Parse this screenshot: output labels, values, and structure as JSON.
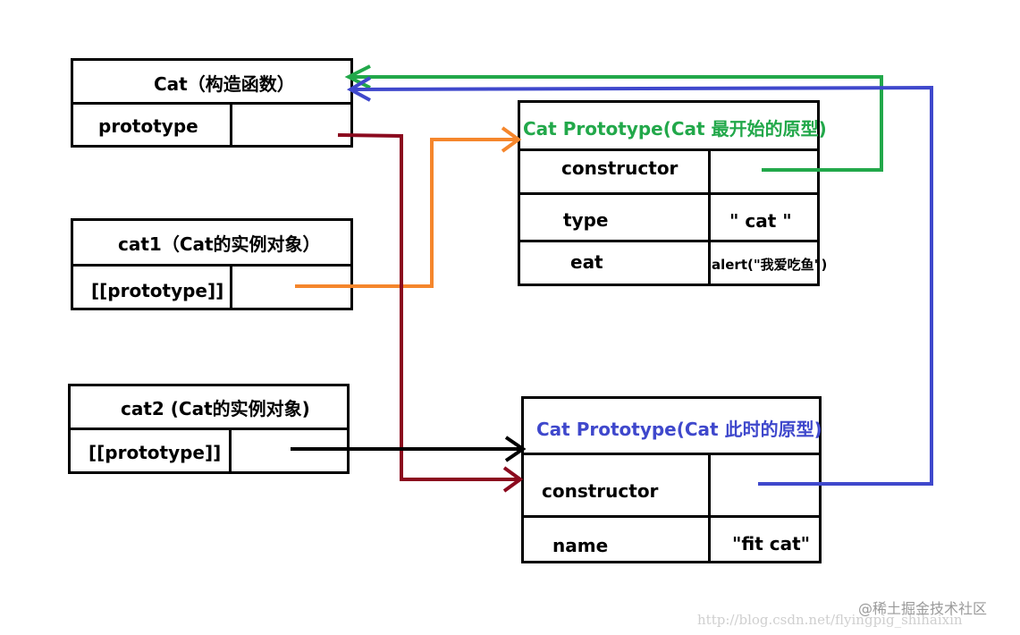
{
  "cat_constructor": {
    "title": "Cat（构造函数）",
    "prototype_label": "prototype"
  },
  "cat1": {
    "title": "cat1（Cat的实例对象）",
    "proto_label": "[[prototype]]"
  },
  "cat2": {
    "title": "cat2 (Cat的实例对象)",
    "proto_label": "[[prototype]]"
  },
  "original_prototype": {
    "title": "Cat Prototype(Cat 最开始的原型)",
    "rows": [
      {
        "key": "constructor",
        "value": ""
      },
      {
        "key": "type",
        "value": "\" cat \""
      },
      {
        "key": "eat",
        "value": "alert(\"我爱吃鱼\")"
      }
    ]
  },
  "current_prototype": {
    "title": "Cat Prototype(Cat 此时的原型)",
    "rows": [
      {
        "key": "constructor",
        "value": ""
      },
      {
        "key": "name",
        "value": "\"fit cat\""
      }
    ]
  },
  "watermark": {
    "url_text": "http://blog.csdn.net/flyingpig_shihaixin",
    "juejin_text": "@稀土掘金技术社区"
  },
  "colors": {
    "green": "#22a84a",
    "blue": "#3f48cc",
    "orange": "#f5862c",
    "darkred": "#8b0a1e",
    "black": "#000000"
  }
}
